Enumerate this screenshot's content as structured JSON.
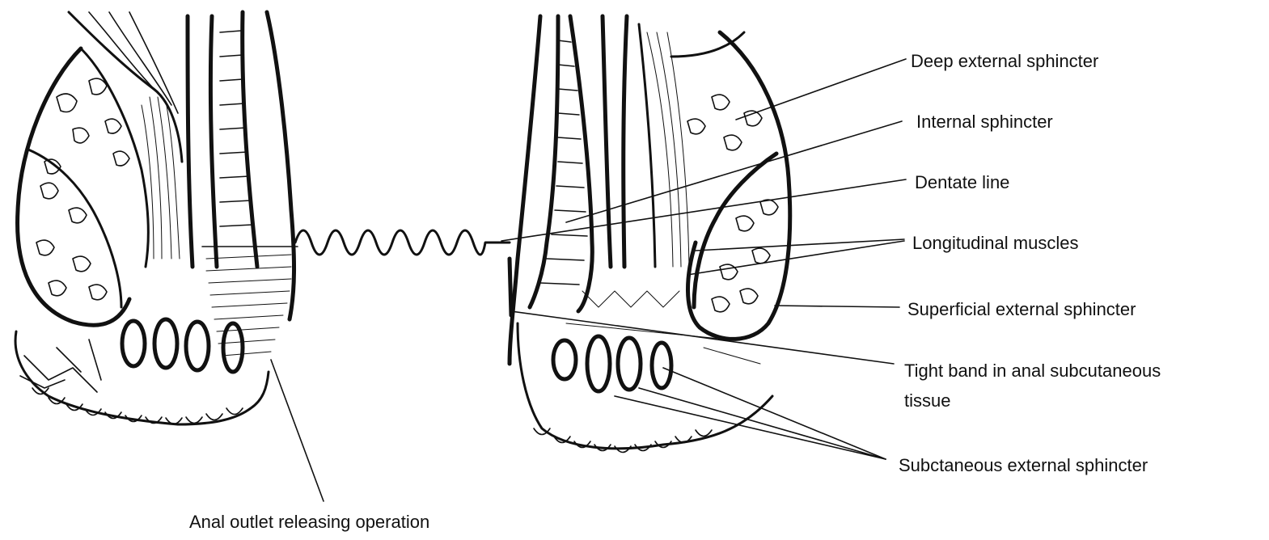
{
  "labels": {
    "deep_external_sphincter": "Deep external sphincter",
    "internal_sphincter": "Internal sphincter",
    "dentate_line": "Dentate line",
    "longitudinal_muscles": "Longitudinal muscles",
    "superficial_external_sphincter": "Superficial external sphincter",
    "tight_band_line1": "Tight band in anal subcutaneous",
    "tight_band_line2": "tissue",
    "subcutaneous_external_sphincter": "Subctaneous external sphincter",
    "anal_outlet_releasing_operation": "Anal outlet releasing operation"
  },
  "colors": {
    "ink": "#111111",
    "background": "#ffffff"
  }
}
